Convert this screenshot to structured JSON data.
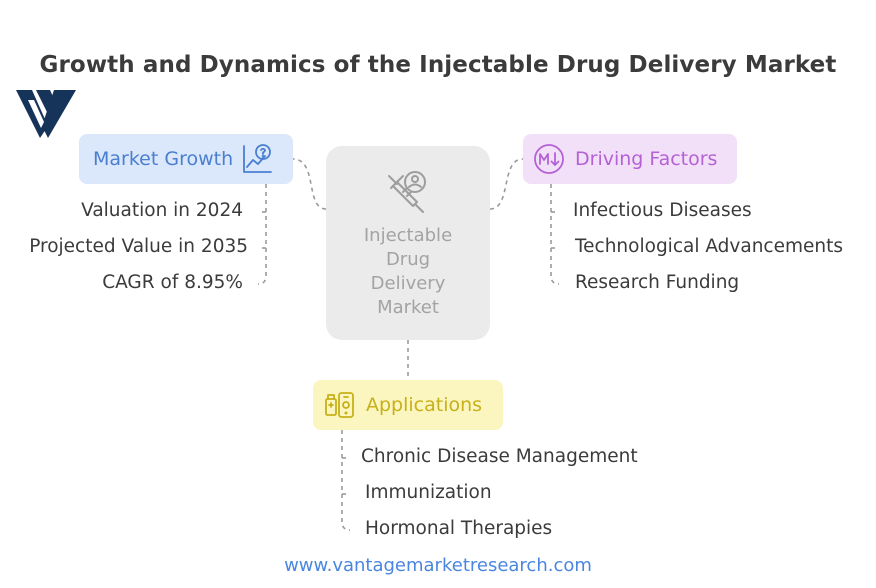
{
  "title": "Growth and Dynamics of the Injectable Drug Delivery Market",
  "center": {
    "lines": [
      "Injectable",
      "Drug",
      "Delivery",
      "Market"
    ],
    "icon": "syringe-shield-icon"
  },
  "market_growth": {
    "label": "Market Growth",
    "icon": "growth-chart-icon",
    "color": "#4a7fd0",
    "items": [
      "Valuation in 2024",
      "Projected Value in 2035",
      "CAGR of 8.95%"
    ]
  },
  "driving_factors": {
    "label": "Driving Factors",
    "icon": "m-down-arrow-icon",
    "color": "#b561d6",
    "items": [
      "Infectious Diseases",
      "Technological Advancements",
      "Research Funding"
    ]
  },
  "applications": {
    "label": "Applications",
    "icon": "medicine-phone-icon",
    "color": "#c8b01a",
    "items": [
      "Chronic Disease Management",
      "Immunization",
      "Hormonal Therapies"
    ]
  },
  "footer": "www.vantagemarketresearch.com"
}
